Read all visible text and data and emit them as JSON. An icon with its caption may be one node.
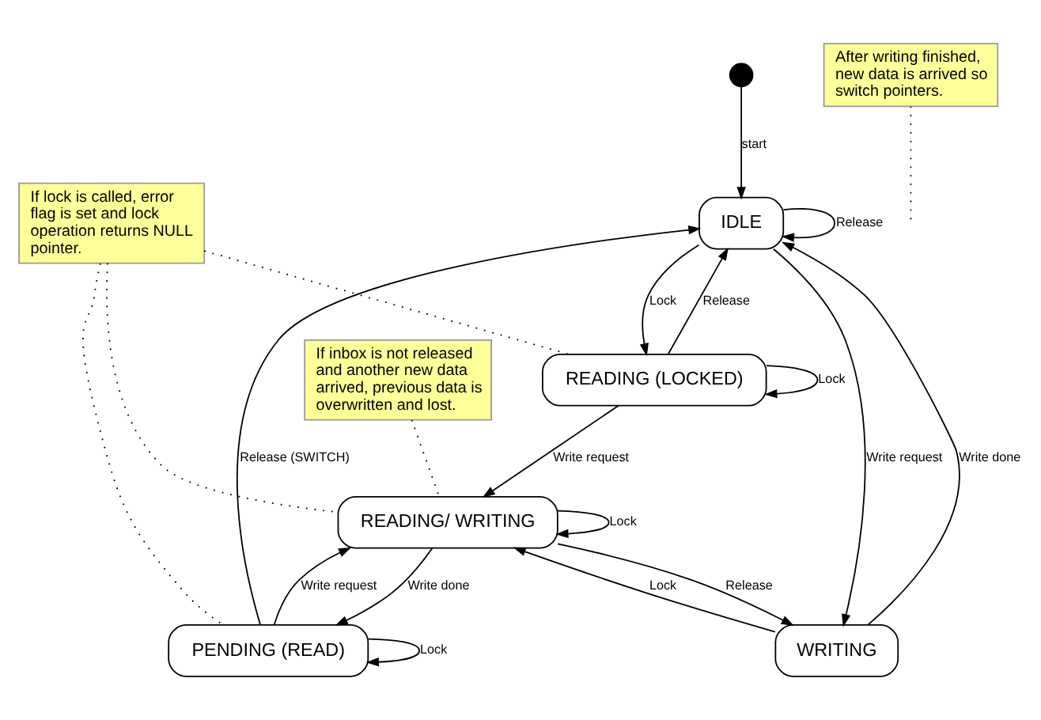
{
  "diagram": {
    "nodes": [
      {
        "text": [],
        "shape": "circle"
      },
      {
        "text": [
          "READING (LOCKED)"
        ]
      },
      {
        "text": [
          "IDLE"
        ]
      },
      {
        "text": [
          "PENDING (READ)"
        ]
      },
      {
        "text": [
          "READING/ WRITING"
        ]
      },
      {
        "text": [
          "WRITING"
        ]
      },
      {
        "text": [
          "If lock is called, error flag is set and lock operation returns NULL pointer."
        ]
      },
      {
        "text": [
          "After writing finished, new data is arrived so switch pointers."
        ]
      },
      {
        "text": [
          "If inbox is not released and another new data arrived, previous data is overwritten and lost."
        ]
      }
    ],
    "edges": [
      {
        "from": 0,
        "to": 2,
        "arrow": "to",
        "label": "start"
      },
      {
        "from": 1,
        "to": 1,
        "arrow": "to",
        "label": "Lock"
      },
      {
        "from": 2,
        "to": 1,
        "arrow": "to",
        "label": "Lock"
      },
      {
        "from": 1,
        "to": 2,
        "arrow": "to",
        "label": "Release"
      },
      {
        "from": 2,
        "to": 2,
        "arrow": "to",
        "label": "Release"
      },
      {
        "from": 2,
        "to": 5,
        "arrow": "to",
        "label": "Write request"
      },
      {
        "from": 1,
        "to": 4,
        "arrow": "to",
        "label": "Write request"
      },
      {
        "from": 3,
        "to": 2,
        "arrow": "to",
        "label": "Release (SWITCH)"
      },
      {
        "from": 3,
        "to": 3,
        "arrow": "to",
        "label": "Lock"
      },
      {
        "from": 4,
        "to": 3,
        "arrow": "to",
        "label": "Write done"
      },
      {
        "from": 3,
        "to": 4,
        "arrow": "to",
        "label": "Write request"
      },
      {
        "from": 4,
        "to": 5,
        "arrow": "to",
        "label": "Release"
      },
      {
        "from": 5,
        "to": 4,
        "arrow": "to",
        "label": "Lock"
      },
      {
        "from": 5,
        "to": 2,
        "arrow": "to",
        "label": "Write done"
      },
      {
        "from": 4,
        "to": 4,
        "arrow": "to",
        "label": "Lock"
      },
      {
        "from": 6,
        "to": 1,
        "arrow": "none",
        "style": "dashed"
      },
      {
        "from": 6,
        "to": 3,
        "arrow": "none",
        "style": "dashed"
      },
      {
        "from": 6,
        "to": 4,
        "arrow": "none",
        "style": "dashed"
      },
      {
        "from": 7,
        "to": null,
        "arrow": "none",
        "style": "dashed"
      },
      {
        "from": 8,
        "to": 4,
        "arrow": "none",
        "style": "dashed"
      }
    ]
  }
}
